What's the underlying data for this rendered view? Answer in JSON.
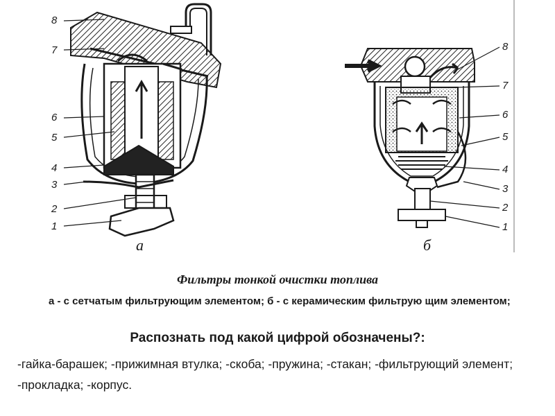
{
  "diagram_a": {
    "sublabel": "а",
    "callouts": [
      "8",
      "7",
      "6",
      "5",
      "4",
      "3",
      "2",
      "1"
    ]
  },
  "diagram_b": {
    "sublabel": "б",
    "callouts": [
      "8",
      "7",
      "6",
      "5",
      "4",
      "3",
      "2",
      "1"
    ]
  },
  "caption": {
    "title": "Фильтры  тонкой очистки топлива",
    "subtitle": "а - с сетчатым фильтрующим элементом; б - с керамическим фильтрую щим элементом;",
    "question": "Распознать под какой цифрой обозначены?:",
    "answer": "-гайка-барашек; -прижимная втулка; -скоба; -пружина; -стакан; -фильтрующий элемент; -прокладка;  -корпус."
  }
}
